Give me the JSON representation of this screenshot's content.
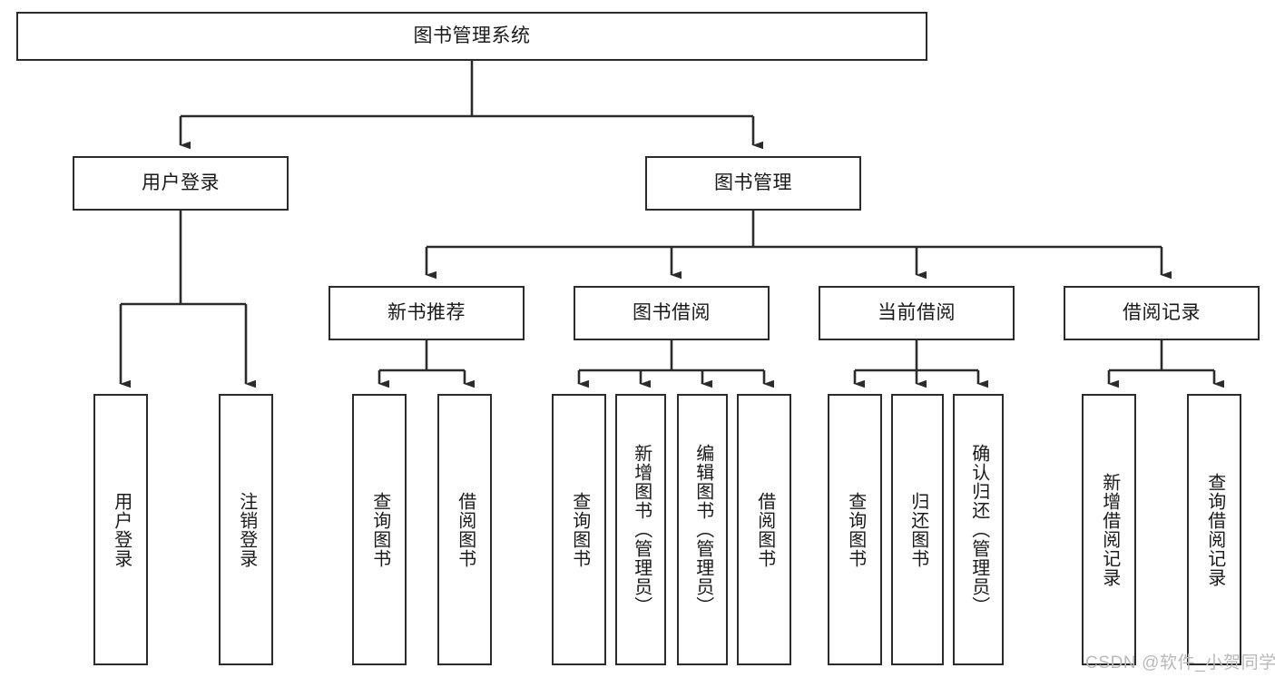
{
  "diagram": {
    "title": "图书管理系统",
    "type": "hierarchy-tree",
    "watermark": "CSDN @软件_小贺同学",
    "colors": {
      "stroke": "#2b2b2b",
      "fill": "#ffffff",
      "text": "#1a1a1a",
      "watermark": "#b9b9b9"
    },
    "nodes": {
      "root": {
        "label": "图书管理系统",
        "level": 1
      },
      "l2": [
        {
          "id": "user-login",
          "label": "用户登录"
        },
        {
          "id": "book-manage",
          "label": "图书管理"
        }
      ],
      "l3": [
        {
          "id": "new-book-rec",
          "label": "新书推荐"
        },
        {
          "id": "book-borrow",
          "label": "图书借阅"
        },
        {
          "id": "current-borrow",
          "label": "当前借阅"
        },
        {
          "id": "borrow-record",
          "label": "借阅记录"
        }
      ],
      "leaves": {
        "user-login": [
          {
            "id": "leaf-user-login",
            "label": "用户登录"
          },
          {
            "id": "leaf-logout",
            "label": "注销登录"
          }
        ],
        "new-book-rec": [
          {
            "id": "leaf-query-book-1",
            "label": "查询图书"
          },
          {
            "id": "leaf-borrow-book-1",
            "label": "借阅图书"
          }
        ],
        "book-borrow": [
          {
            "id": "leaf-query-book-2",
            "label": "查询图书"
          },
          {
            "id": "leaf-add-book",
            "label": "新增图书（管理员）"
          },
          {
            "id": "leaf-edit-book",
            "label": "编辑图书（管理员）"
          },
          {
            "id": "leaf-borrow-book-2",
            "label": "借阅图书"
          }
        ],
        "current-borrow": [
          {
            "id": "leaf-query-book-3",
            "label": "查询图书"
          },
          {
            "id": "leaf-return-book",
            "label": "归还图书"
          },
          {
            "id": "leaf-confirm-return",
            "label": "确认归还（管理员）"
          }
        ],
        "borrow-record": [
          {
            "id": "leaf-add-record",
            "label": "新增借阅记录"
          },
          {
            "id": "leaf-query-record",
            "label": "查询借阅记录"
          }
        ]
      }
    }
  }
}
